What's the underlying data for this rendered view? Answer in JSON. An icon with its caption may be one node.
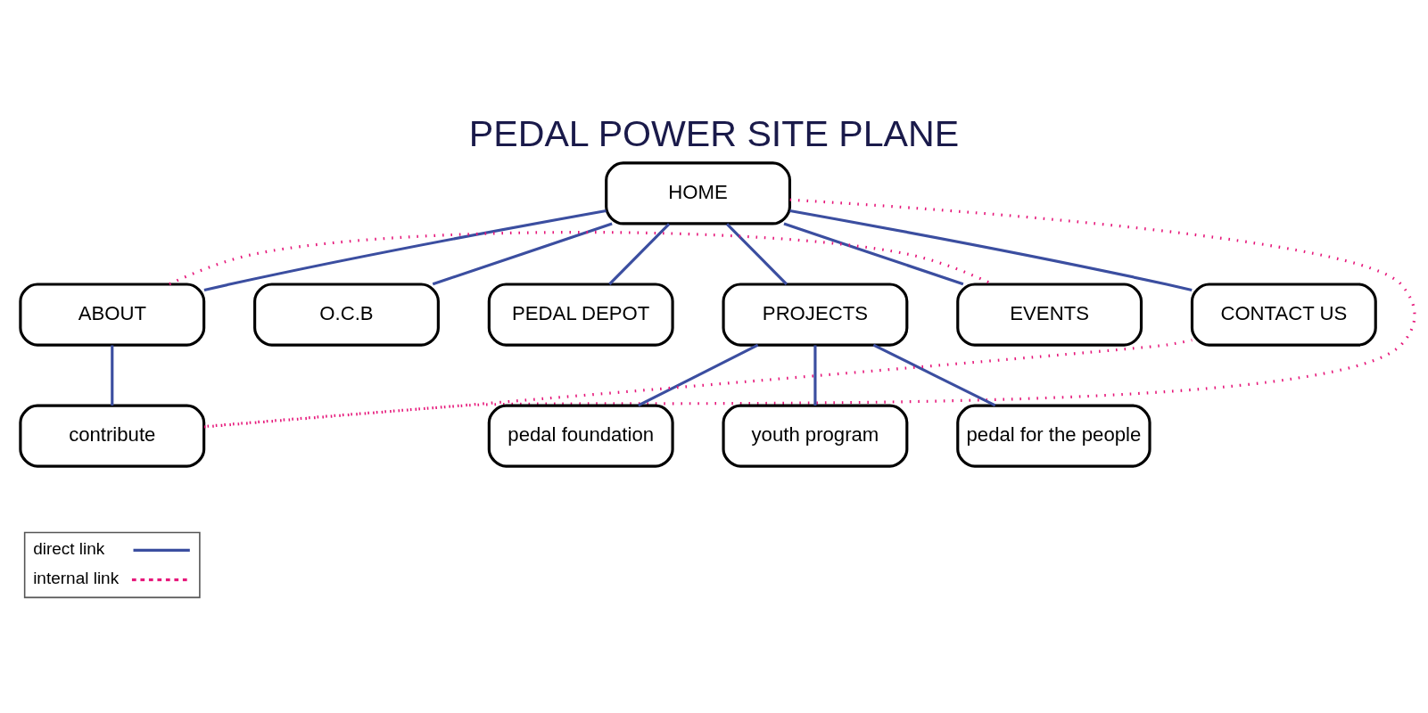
{
  "diagram": {
    "title": "PEDAL POWER SITE PLANE",
    "nodes": [
      {
        "text": [
          "HOME"
        ]
      },
      {
        "text": [
          "ABOUT"
        ]
      },
      {
        "text": [
          "O.C.B"
        ]
      },
      {
        "text": [
          "PEDAL DEPOT"
        ]
      },
      {
        "text": [
          "PROJECTS"
        ]
      },
      {
        "text": [
          "EVENTS"
        ]
      },
      {
        "text": [
          "CONTACT US"
        ]
      },
      {
        "text": [
          "contribute"
        ]
      },
      {
        "text": [
          "pedal foundation"
        ]
      },
      {
        "text": [
          "youth program"
        ]
      },
      {
        "text": [
          "pedal for the people"
        ]
      }
    ],
    "edges": [
      {
        "from": 0,
        "to": 1,
        "arrow": "none"
      },
      {
        "from": 0,
        "to": 2,
        "arrow": "none"
      },
      {
        "from": 0,
        "to": 3,
        "arrow": "none"
      },
      {
        "from": 0,
        "to": 4,
        "arrow": "none"
      },
      {
        "from": 0,
        "to": 5,
        "arrow": "none"
      },
      {
        "from": 0,
        "to": 6,
        "arrow": "none"
      },
      {
        "from": 1,
        "to": 7,
        "arrow": "none"
      },
      {
        "from": 4,
        "to": 8,
        "arrow": "none"
      },
      {
        "from": 4,
        "to": 9,
        "arrow": "none"
      },
      {
        "from": 4,
        "to": 10,
        "arrow": "none"
      },
      {
        "from": 0,
        "to": 7,
        "arrow": "none",
        "style": "dashed",
        "color": "#e6177a"
      },
      {
        "from": 1,
        "to": 5,
        "arrow": "none",
        "style": "dashed",
        "color": "#e6177a"
      },
      {
        "from": 7,
        "to": 6,
        "arrow": "none",
        "style": "dashed",
        "color": "#e6177a"
      }
    ],
    "legend": [
      {
        "text": "direct link"
      },
      {
        "text": "internal link"
      }
    ]
  }
}
